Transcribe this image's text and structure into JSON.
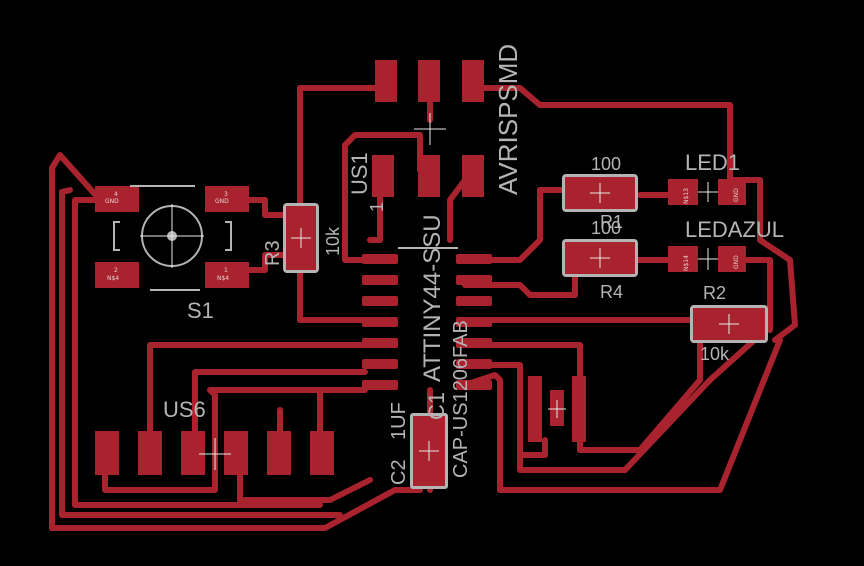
{
  "colors": {
    "background": "#000000",
    "copper": "#a8232e",
    "silkscreen": "#b4b4b4",
    "pad_highlight": "#e8e8e8"
  },
  "labels": {
    "avrispsmd": "AVRISPSMD",
    "attiny": "ATTINY44-SSU",
    "us1": "US1",
    "us1_pin": "1",
    "r3": "R3",
    "r3_value": "10k",
    "s1": "S1",
    "us6": "US6",
    "c2": "C2",
    "c2_value": "1UF",
    "cap_package": "CAP-US1206FAB",
    "c1_fragment": "C1",
    "r1_value": "100",
    "r1_name": "R1",
    "r4_value": "100",
    "r4_name": "R4",
    "led1": "LED1",
    "ledazul": "LEDAZUL",
    "r2": "R2",
    "r2_value": "10k"
  },
  "pad_labels": {
    "s1_pin4": "GND",
    "s1_pin4_num": "4",
    "s1_pin3": "GND",
    "s1_pin3_num": "3",
    "s1_pin2": "N$4",
    "s1_pin2_num": "2",
    "s1_pin1": "N$4",
    "s1_pin1_num": "1",
    "led1_pin1": "N$13",
    "led1_pin2": "GND",
    "ledazul_pin1": "N$14",
    "ledazul_pin2": "GND"
  }
}
